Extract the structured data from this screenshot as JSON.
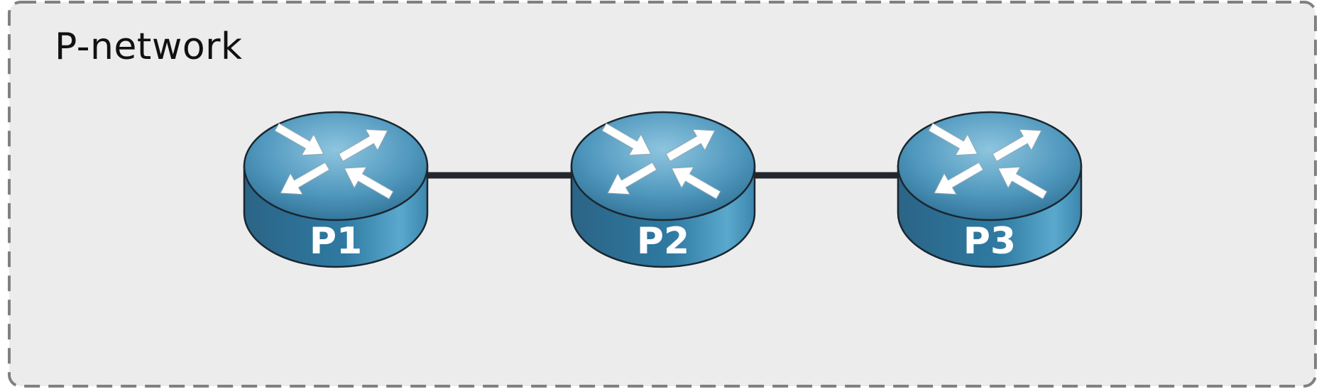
{
  "network": {
    "title": "P-network"
  },
  "routers": [
    {
      "id": "P1",
      "label": "P1"
    },
    {
      "id": "P2",
      "label": "P2"
    },
    {
      "id": "P3",
      "label": "P3"
    }
  ],
  "links": [
    {
      "from": "P1",
      "to": "P2"
    },
    {
      "from": "P2",
      "to": "P3"
    }
  ],
  "colors": {
    "background": "#ececec",
    "border": "#808080",
    "link": "#23262c",
    "router_top": "#5aa2c6",
    "router_side": "#2e6f93",
    "router_outline": "#1a2730",
    "router_label": "#ffffff"
  }
}
